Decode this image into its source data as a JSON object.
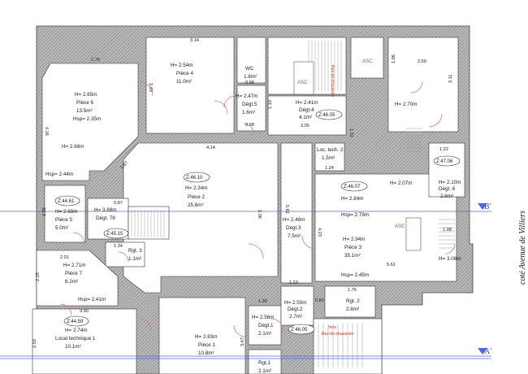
{
  "rooms": {
    "piece4": {
      "height": "H= 2.54m",
      "name": "Pièce 4",
      "area": "11.0m²"
    },
    "wc": {
      "name": "WC",
      "area": "1.8m²"
    },
    "degt5": {
      "height": "H= 2.47m",
      "name": "Dégt.5",
      "area": "1.6m²"
    },
    "degt4": {
      "height": "H= 2.41m",
      "name": "Dégt.4",
      "area": "4.1m²"
    },
    "piece6": {
      "height": "H= 2.65m",
      "name": "Pièce 6",
      "area": "13.5m²",
      "hsp": "Hsp= 2.35m",
      "height2": "H= 2.68m",
      "hsp2": "Hsp= 2.44m"
    },
    "piece2": {
      "height": "H= 2.34m",
      "name": "Pièce 2",
      "area": "25.6m²"
    },
    "loctech2": {
      "name": "Loc. tech. 2",
      "area": "1.5m²"
    },
    "ne_room": {
      "height": "H= 2.70m"
    },
    "degt3": {
      "height": "H= 2.48m",
      "name": "Dégt.3",
      "area": "7.5m²"
    },
    "piece3": {
      "height": "H= 2.94m",
      "name": "Pièce 3",
      "area": "35.1m²",
      "height_top": "H= 2.84m",
      "hsp_top": "Hsp= 2.79m",
      "hsp_bottom": "Hsp= 2.45m",
      "height_mid": "H= 2.07m"
    },
    "degt6": {
      "height": "H= 2.10m",
      "name": "Dégt. 6",
      "area": "2.6m²"
    },
    "piece5": {
      "height": "H= 2.68m",
      "name": "Pièce 5",
      "area": "5.0m²"
    },
    "degt78": {
      "height": "H= 3.88m",
      "name": "Dégt. 78"
    },
    "rgt3": {
      "name": "Rgt. 3",
      "area": "1.1m²"
    },
    "piece7": {
      "height": "H= 2.71m",
      "name": "Pièce 7",
      "area": "6.2m²",
      "hsp": "Hsp= 2.41m"
    },
    "localtech1": {
      "height": "H= 2.74m",
      "name": "Local technique 1",
      "area": "10.1m²"
    },
    "piece1": {
      "height": "H= 2.83m",
      "name": "Pièce 1",
      "area": "10.8m²"
    },
    "degt1": {
      "height": "H= 2.56m",
      "name": "Dégt.1",
      "area": "2.1m²"
    },
    "degt2": {
      "height": "H= 2.50m",
      "name": "Dégt.2",
      "area": "2.7m²"
    },
    "rgt2": {
      "name": "Rgt. 2",
      "area": "2.8m²"
    },
    "rgt1": {
      "name": "Rgt.1",
      "area": "2.1m²"
    },
    "east_small": {
      "height": "H= 3.06m"
    }
  },
  "level_tags": {
    "t1": "Z:46.10",
    "t2": "Z:46.05",
    "t3": "Z:46.07",
    "t4": "Z:47.06",
    "t5": "Z:44.61",
    "t6": "Z:45.15",
    "t7": "Z:44.59",
    "t8": "Z:46.05"
  },
  "dims": {
    "d276": "2.76",
    "d314": "3.14",
    "d343": "3.43",
    "d096a": "0.96",
    "d098": "0.98",
    "d110": "1.10",
    "d305": "3.05",
    "d131": "1.31",
    "d196": "1.96",
    "d259": "2.59",
    "d311": "3.11",
    "d416a": "4.16",
    "d414": "4.14",
    "d187": "1.87",
    "d124": "1.24",
    "d122": "1.22",
    "d561a": "5.61",
    "d536": "5.36",
    "d236": "2.36",
    "d087": "0.87",
    "d134": "1.34",
    "d423": "4.23",
    "d108": "1.08",
    "d561b": "5.61",
    "d201": "2.01",
    "d215": "2.15",
    "d390": "3.90",
    "d123": "1.23",
    "d176": "1.76",
    "d082": "0.82",
    "d130": "1.30",
    "d250": "2.50",
    "d347": "3.47"
  },
  "labels": {
    "asc1": "ASC",
    "asc2": "ASC",
    "asc3": "ASC",
    "rdc1": "Rez-de-chaussée",
    "vers": "Vers",
    "rdc2": "Rez-de-chaussée",
    "axis_b": "B'",
    "axis_a": "A'",
    "street": "coté Avenue de Villiers"
  },
  "colors": {
    "wall": "#9a9a9a",
    "door": "#dd7777",
    "grid": "#5566dd",
    "asc": "#3b6fb5"
  }
}
